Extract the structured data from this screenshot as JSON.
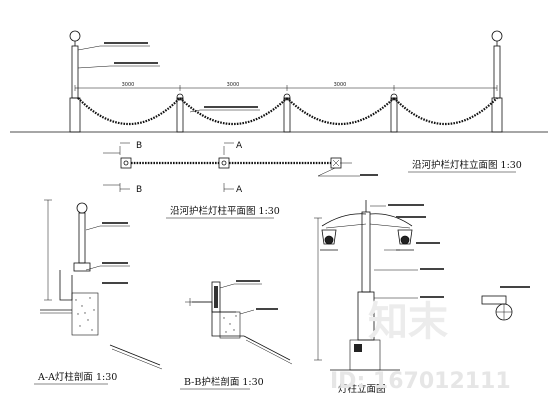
{
  "elevation": {
    "title": "沿河护栏灯柱立面图  1:30",
    "dims": [
      "3000",
      "3000",
      "3000"
    ]
  },
  "plan": {
    "title": "沿河护栏灯柱平面图  1:30",
    "cut_b": "B",
    "cut_a": "A"
  },
  "section_a": {
    "title": "A-A灯柱剖面  1:30"
  },
  "section_b": {
    "title": "B-B护栏剖面  1:30"
  },
  "lamp_elevation": {
    "title": "灯柱立面图"
  },
  "watermark": {
    "text": "ID: 167012111",
    "logo": "知末"
  }
}
